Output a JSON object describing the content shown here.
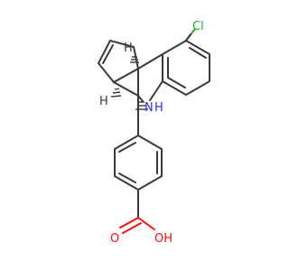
{
  "molecule": {
    "atom_labels": {
      "chlorine": "Cl",
      "amine_n": "N",
      "amine_h": "H",
      "carbonyl_o": "O",
      "hydroxyl": "OH",
      "stereo_h_top": "H",
      "stereo_h_bottom": "H"
    },
    "colors": {
      "bond": "#3a3a3a",
      "chlorine": "#1db31d",
      "nitrogen": "#2b2bff",
      "oxygen": "#ff0d0d",
      "carbon_h": "#3a3a3a"
    }
  }
}
